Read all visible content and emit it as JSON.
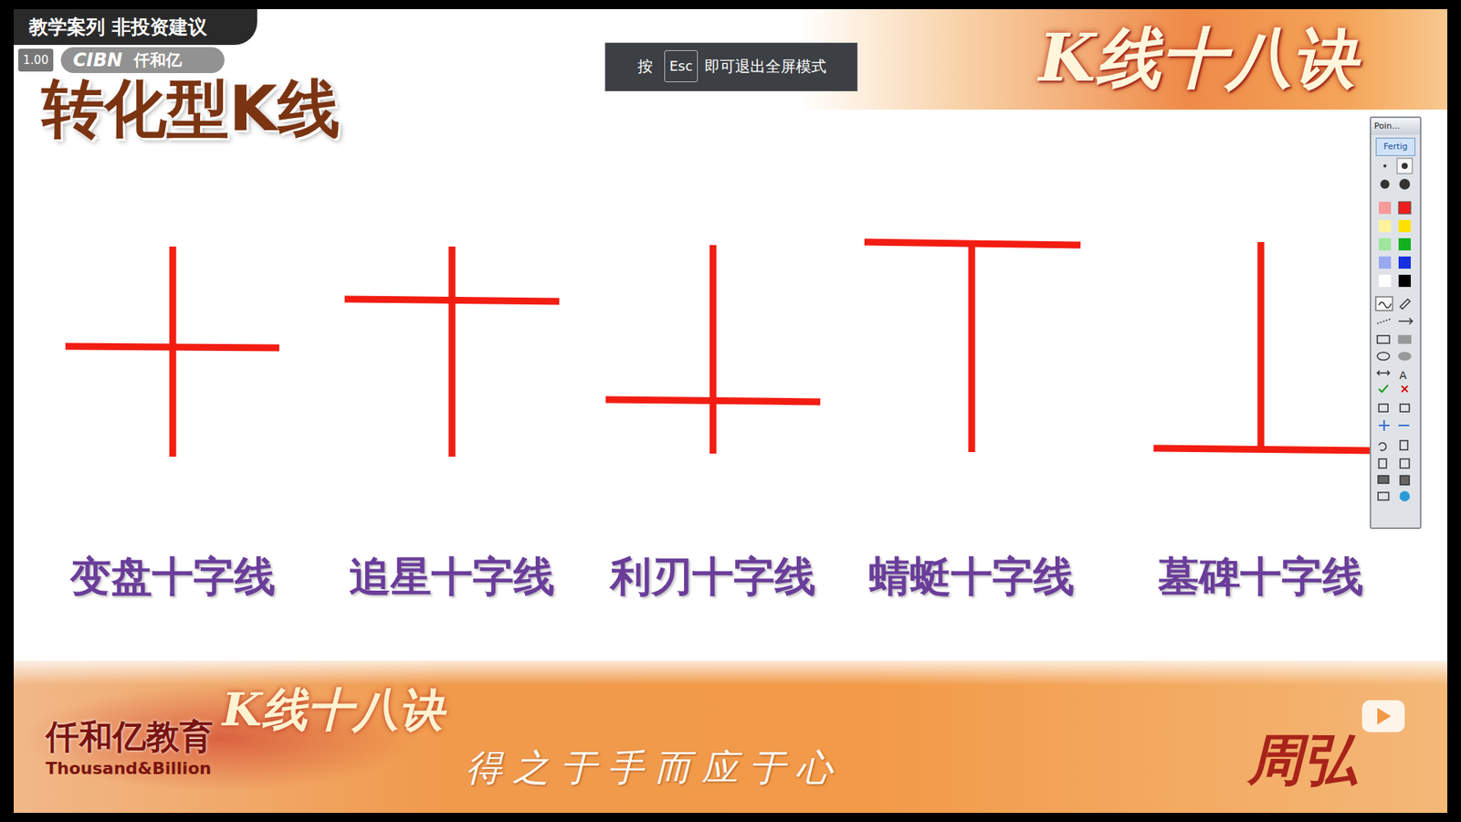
{
  "diagram": {
    "title": "转化型K线",
    "labels": [
      "教学案列 非投资建议",
      "1.00",
      "CIBN",
      "仟和亿",
      "按",
      "Esc",
      "即可退出全屏模式",
      "K线十八诀",
      "Poin...",
      "Fertig",
      "A",
      "变盘十字线",
      "追星十字线",
      "利刃十字线",
      "蜻蜓十字线",
      "墓碑十字线",
      "K线十八诀",
      "仟和亿教育",
      "Thousand&Billion",
      "得之于手而应于心",
      "周弘"
    ]
  }
}
